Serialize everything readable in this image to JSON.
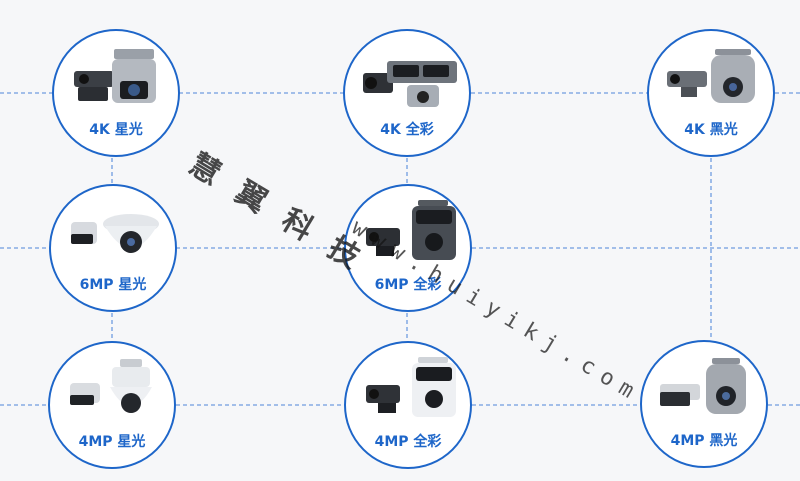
{
  "colors": {
    "accent": "#1e66c9",
    "line": "#6f9de0",
    "background": "#f6f7f9"
  },
  "nodes": [
    {
      "label": "4K 星光",
      "icon": "bullet-and-ptz-camera-icon"
    },
    {
      "label": "4K 全彩",
      "icon": "dual-lens-box-camera-icon"
    },
    {
      "label": "4K 黑光",
      "icon": "bullet-and-ptz-camera-icon"
    },
    {
      "label": "6MP 星光",
      "icon": "bullet-and-dome-camera-icon"
    },
    {
      "label": "6MP 全彩",
      "icon": "bullet-and-dual-ptz-camera-icon"
    },
    {
      "label": "4MP 星光",
      "icon": "bullet-and-speed-dome-camera-icon"
    },
    {
      "label": "4MP 全彩",
      "icon": "bullet-and-dual-ptz-camera-icon"
    },
    {
      "label": "4MP 黑光",
      "icon": "bullet-and-ptz-camera-icon"
    }
  ],
  "watermark": {
    "chinese": "慧翼科技",
    "url": "www.huiyikj.com"
  }
}
